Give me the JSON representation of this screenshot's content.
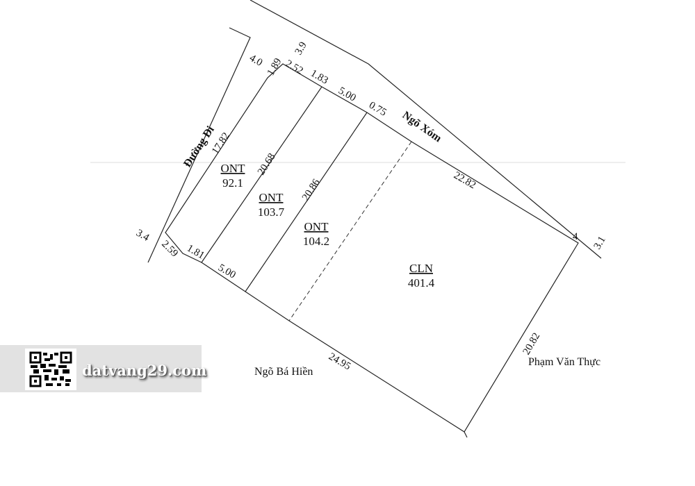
{
  "roads": {
    "left": "Đường Đi",
    "top": "Ngõ Xóm",
    "bottom": "Ngõ Bá Hiền",
    "right": "Phạm Văn Thực"
  },
  "parcels": [
    {
      "type": "ONT",
      "area": "92.1"
    },
    {
      "type": "ONT",
      "area": "103.7"
    },
    {
      "type": "ONT",
      "area": "104.2"
    },
    {
      "type": "CLN",
      "area": "401.4"
    }
  ],
  "dimensions": {
    "road_top_left_width": "4.0",
    "road_top_width": "3.9",
    "corner_top": "1.89",
    "top_seg1": "2.52",
    "top_seg2": "1.83",
    "top_seg3": "5.00",
    "top_seg4": "0.75",
    "top_long": "22.82",
    "road_right_a": "4",
    "road_right_b": "3.1",
    "left_side": "17.82",
    "divider1": "20.68",
    "divider2": "20.86",
    "road_left_bottom": "3.4",
    "corner_bottom": "2.59",
    "bottom_seg1": "1.81",
    "bottom_seg2": "5.00",
    "bottom_long": "24.95",
    "right_side": "20.82"
  },
  "watermark": {
    "text": "datvang29.com"
  }
}
